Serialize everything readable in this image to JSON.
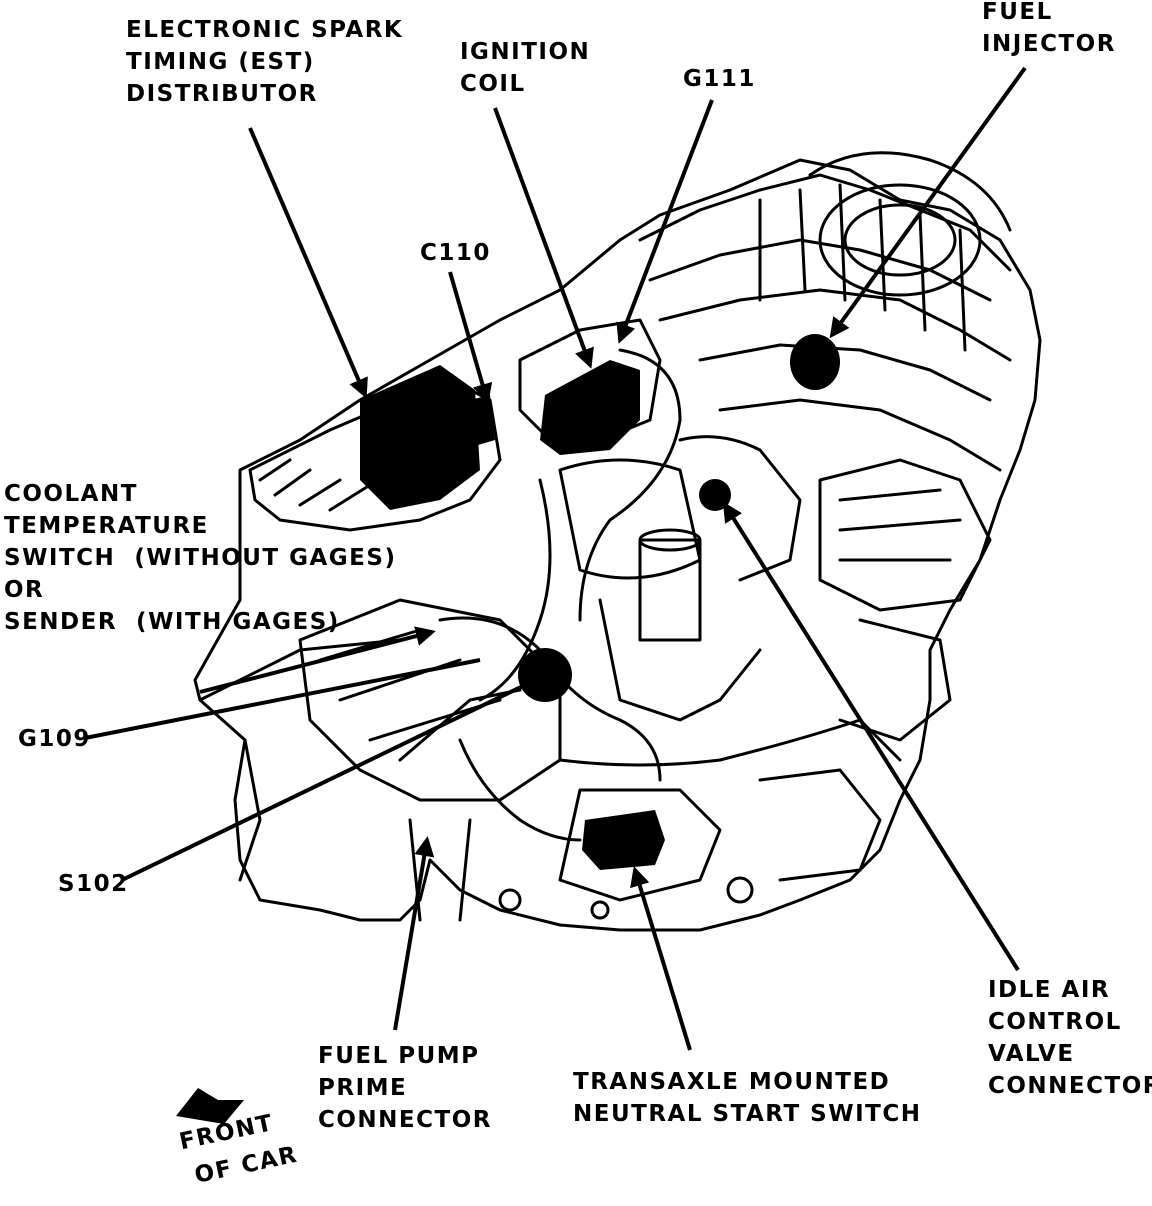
{
  "labels": {
    "est_distributor": [
      "ELECTRONIC SPARK",
      "TIMING (EST)",
      "DISTRIBUTOR"
    ],
    "ignition_coil": [
      "IGNITION",
      "COIL"
    ],
    "g111": "G111",
    "fuel_injector": [
      "FUEL",
      "INJECTOR"
    ],
    "c110": "C110",
    "coolant_switch": [
      "COOLANT",
      "TEMPERATURE",
      "SWITCH  (WITHOUT GAGES)",
      "OR",
      "SENDER  (WITH GAGES)"
    ],
    "g109": "G109",
    "s102": "S102",
    "fuel_pump_connector": [
      "FUEL PUMP",
      "PRIME",
      "CONNECTOR"
    ],
    "neutral_start_switch": [
      "TRANSAXLE MOUNTED",
      "NEUTRAL START SWITCH"
    ],
    "idle_air_control": [
      "IDLE AIR",
      "CONTROL",
      "VALVE",
      "CONNECTOR"
    ],
    "front_of_car": [
      "FRONT",
      "OF CAR"
    ]
  },
  "colors": {
    "ink": "#000000",
    "paper": "#ffffff"
  }
}
